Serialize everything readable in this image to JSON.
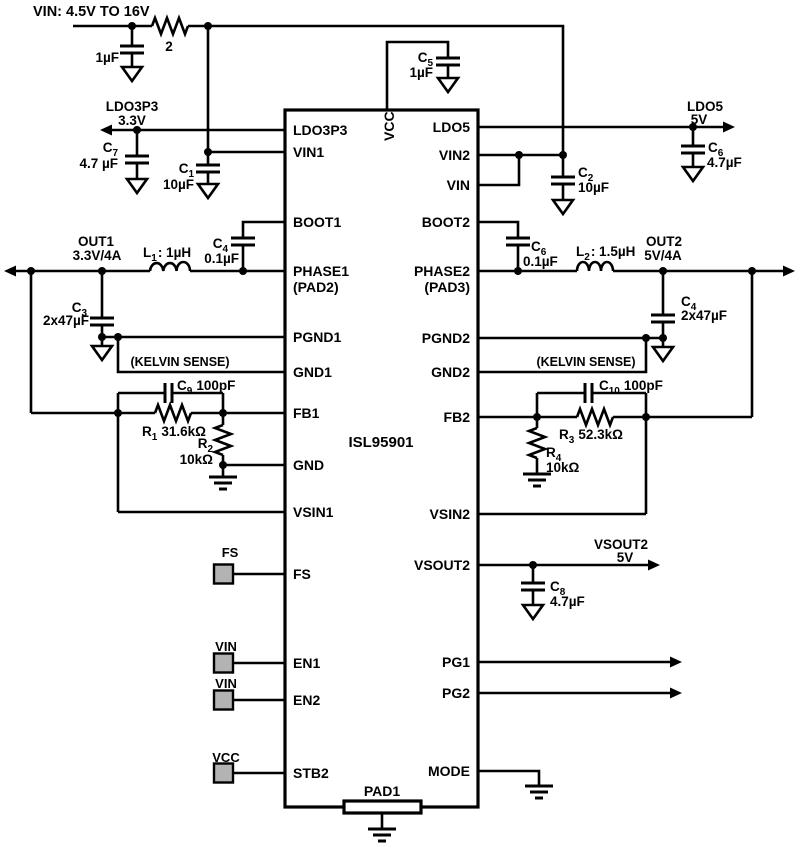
{
  "schematic": {
    "title": "VIN: 4.5V TO 16V",
    "ic": {
      "name": "ISL95901",
      "top_pin": "VCC",
      "pad_label": "PAD1",
      "left_pins": [
        "LDO3P3",
        "VIN1",
        "BOOT1",
        "PHASE1",
        "(PAD2)",
        "PGND1",
        "GND1",
        "FB1",
        "GND",
        "VSIN1",
        "FS",
        "EN1",
        "EN2",
        "STB2"
      ],
      "right_pins": [
        "LDO5",
        "VIN2",
        "VIN",
        "BOOT2",
        "PHASE2",
        "(PAD3)",
        "PGND2",
        "GND2",
        "FB2",
        "VSIN2",
        "VSOUT2",
        "PG1",
        "PG2",
        "MODE"
      ]
    },
    "nets": {
      "ldo3p3": {
        "name": "LDO3P3",
        "voltage": "3.3V"
      },
      "ldo5": {
        "name": "LDO5",
        "voltage": "5V"
      },
      "out1": {
        "name": "OUT1",
        "rating": "3.3V/4A"
      },
      "out2": {
        "name": "OUT2",
        "rating": "5V/4A"
      },
      "vsout2": {
        "name": "VSOUT2",
        "voltage": "5V"
      }
    },
    "components": {
      "rin": {
        "value": "2"
      },
      "cin": {
        "value": "1µF"
      },
      "c1": {
        "ref": "C",
        "sub": "1",
        "value": "10µF"
      },
      "c2": {
        "ref": "C",
        "sub": "2",
        "value": "10µF"
      },
      "c3": {
        "ref": "C",
        "sub": "3",
        "value": "2x47µF"
      },
      "c4a": {
        "ref": "C",
        "sub": "4",
        "value": "0.1µF"
      },
      "c4b": {
        "ref": "C",
        "sub": "4",
        "value": "2x47µF"
      },
      "c5": {
        "ref": "C",
        "sub": "5",
        "value": "1µF"
      },
      "c6a": {
        "ref": "C",
        "sub": "6",
        "value": "0.1µF"
      },
      "c6b": {
        "ref": "C",
        "sub": "6",
        "value": "4.7µF"
      },
      "c7": {
        "ref": "C",
        "sub": "7",
        "value": "4.7 µF"
      },
      "c8": {
        "ref": "C",
        "sub": "8",
        "value": "4.7µF"
      },
      "c9": {
        "ref": "C",
        "sub": "9",
        "value": "100pF"
      },
      "c10": {
        "ref": "C",
        "sub": "10",
        "value": "100pF"
      },
      "l1": {
        "ref": "L",
        "sub": "1",
        "value": ": 1µH"
      },
      "l2": {
        "ref": "L",
        "sub": "2",
        "value": ": 1.5µH"
      },
      "r1": {
        "ref": "R",
        "sub": "1",
        "value": "31.6kΩ"
      },
      "r2": {
        "ref": "R",
        "sub": "2",
        "value": "10kΩ"
      },
      "r3": {
        "ref": "R",
        "sub": "3",
        "value": "52.3kΩ"
      },
      "r4": {
        "ref": "R",
        "sub": "4",
        "value": "10kΩ"
      }
    },
    "annotations": {
      "kelvin": "(KELVIN SENSE)"
    },
    "terminals": {
      "fs": "FS",
      "en1": "VIN",
      "en2": "VIN",
      "stb2": "VCC"
    },
    "colors": {
      "wire": "#000000",
      "terminal_fill": "#b3b3b3",
      "background": "#ffffff"
    }
  }
}
